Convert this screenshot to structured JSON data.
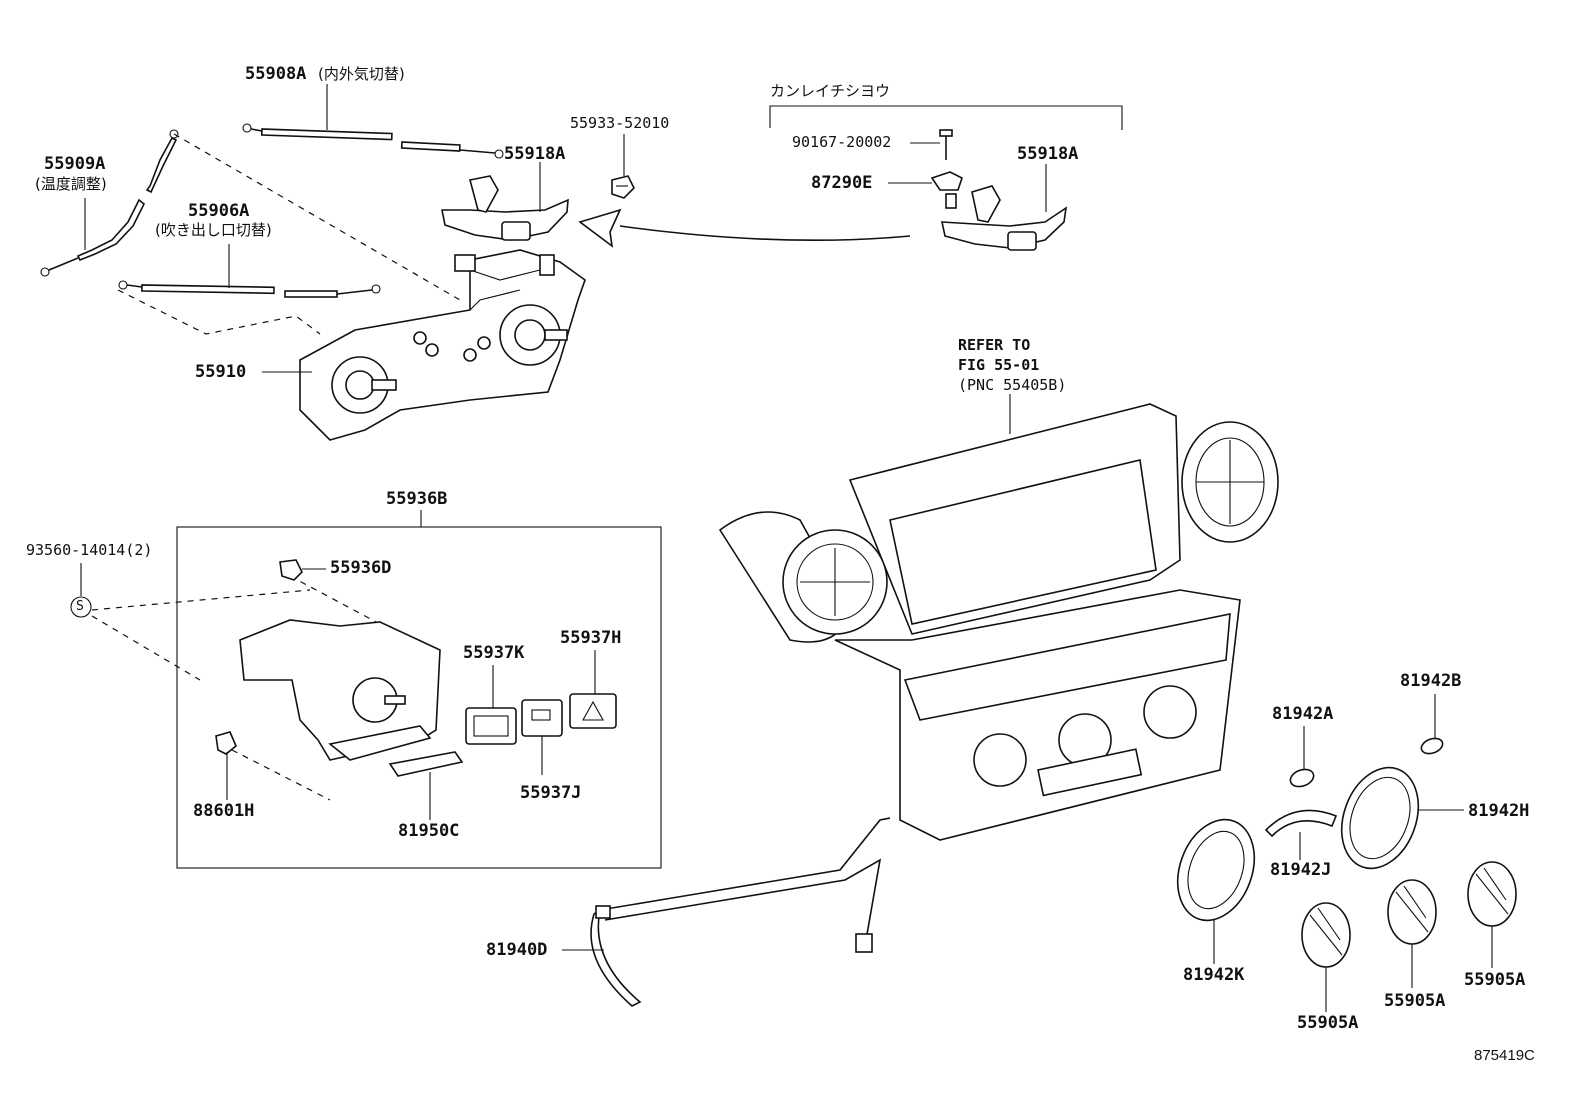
{
  "labels": {
    "p55908A": "55908A",
    "p55908A_note": "(内外気切替)",
    "p55909A": "55909A",
    "p55909A_note": "(温度調整)",
    "p55906A": "55906A",
    "p55906A_note": "(吹き出し口切替)",
    "p55933": "55933-52010",
    "p55918A_left": "55918A",
    "kanrei": "カンレイチシヨウ",
    "p90167": "90167-20002",
    "p87290E": "87290E",
    "p55918A_right": "55918A",
    "p55910": "55910",
    "refer_line1": "REFER TO",
    "refer_line2": "FIG 55-01",
    "refer_line3": "(PNC 55405B)",
    "p55936B": "55936B",
    "p93560": "93560-14014(2)",
    "s_mark": "S",
    "p55936D": "55936D",
    "p55937K": "55937K",
    "p55937H": "55937H",
    "p55937J": "55937J",
    "p88601H": "88601H",
    "p81950C": "81950C",
    "p81942B": "81942B",
    "p81942A": "81942A",
    "p81942H": "81942H",
    "p81942J": "81942J",
    "p81942K": "81942K",
    "p81940D": "81940D",
    "p55905A_1": "55905A",
    "p55905A_2": "55905A",
    "p55905A_3": "55905A",
    "figure_id": "875419C"
  }
}
